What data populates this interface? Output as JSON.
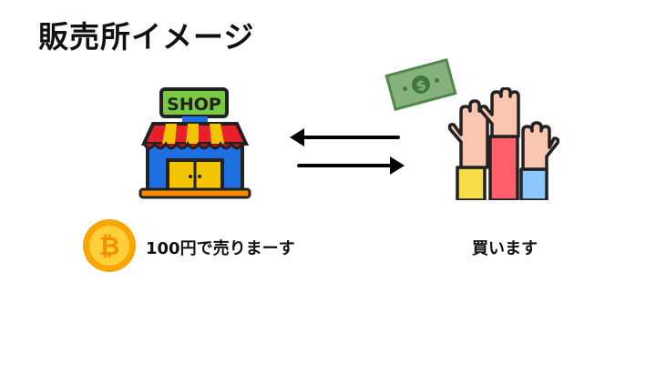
{
  "title": "販売所イメージ",
  "shop": {
    "sign": "SHOP"
  },
  "seller_text": "100円で売りまーす",
  "buyer_text": "買います",
  "money": {
    "symbol": "$"
  },
  "coin": {
    "symbol": "₿"
  }
}
